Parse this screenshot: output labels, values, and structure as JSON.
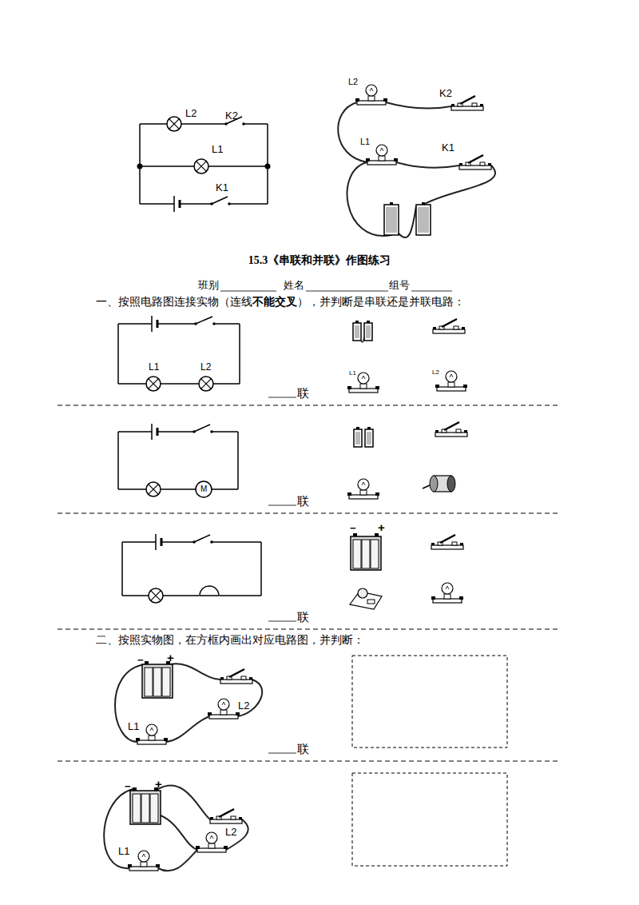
{
  "diagram": {
    "title": "15.3《串联和并联》作图练习",
    "labels": [
      "L2",
      "K2",
      "L1",
      "K1",
      "L2",
      "K2",
      "L1",
      "K1",
      "班别",
      "姓名",
      "组号",
      "一、按照电路图连接实物（连线",
      "不能交叉",
      "），并判断是串联还是并联电路：",
      "L1",
      "L2",
      "联",
      "L1",
      "L2",
      "M",
      "联",
      "−",
      "+",
      "联",
      "二、按照实物图，在方框内画出对应电路图，并判断：",
      "−",
      "+",
      "L2",
      "L1",
      "联",
      "−",
      "+",
      "L2",
      "L1"
    ]
  }
}
